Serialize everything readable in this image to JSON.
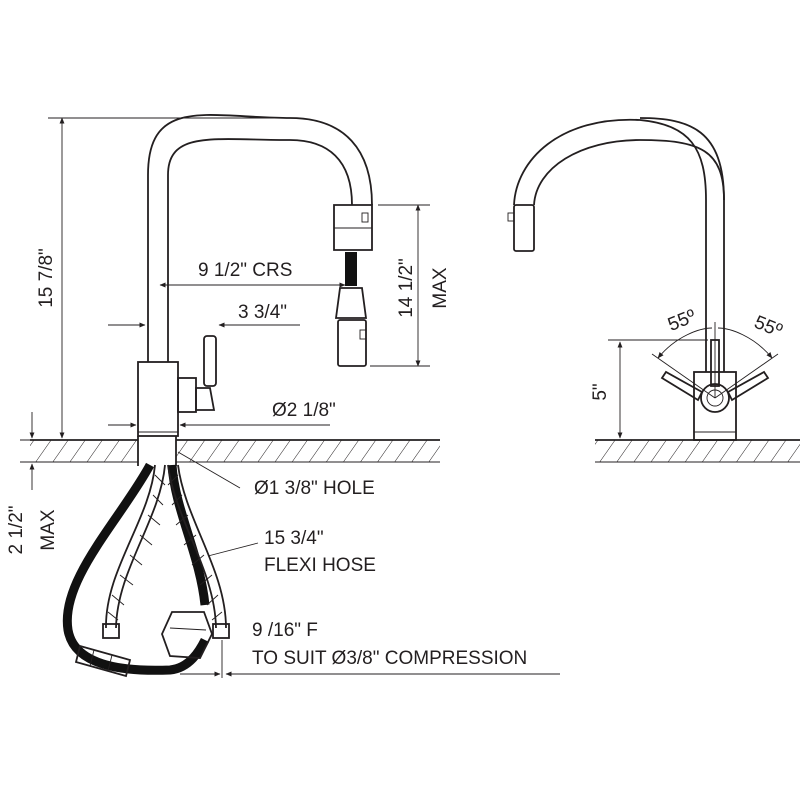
{
  "dimensions": {
    "overall_height": "15 7/8\"",
    "spout_reach_crs": "9 1/2\" CRS",
    "handle_offset": "3 3/4\"",
    "pullout_max": "14 1/2\"",
    "max_label": "MAX",
    "base_diameter": "Ø2 1/8\"",
    "hole_size": "Ø1 3/8\" HOLE",
    "deck_thickness": "2 1/2\"",
    "deck_max_label": "MAX",
    "hose_length": "15 3/4\"",
    "hose_label": "FLEXI HOSE",
    "connection_size": "9 /16\" F",
    "connection_note": "TO SUIT  Ø3/8\" COMPRESSION",
    "handle_angle_left": "55º",
    "handle_angle_right": "55º",
    "handle_height": "5\""
  },
  "colors": {
    "line": "#231f20",
    "hose": "#111111"
  }
}
